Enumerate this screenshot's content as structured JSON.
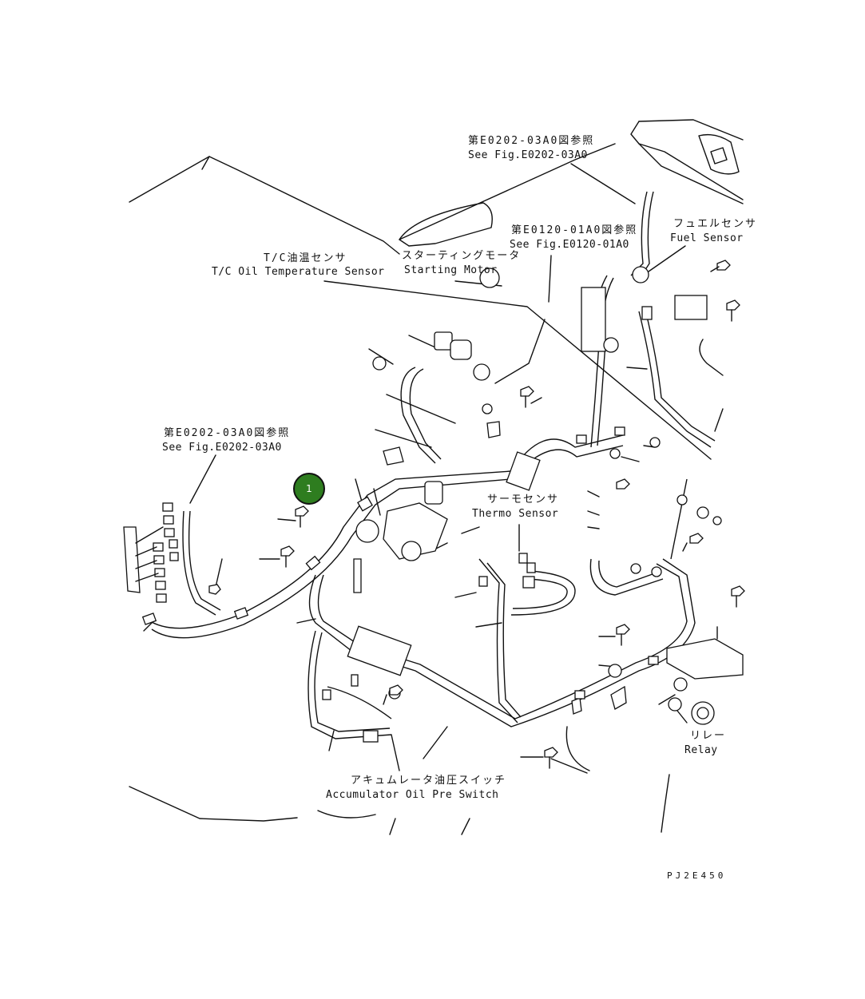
{
  "callout": {
    "number": "1"
  },
  "labels": {
    "ref_top_jp": "第E0202-03A0図参照",
    "ref_top_en": "See Fig.E0202-03A0",
    "ref_mid_jp": "第E0120-01A0図参照",
    "ref_mid_en": "See Fig.E0120-01A0",
    "ref_left_jp": "第E0202-03A0図参照",
    "ref_left_en": "See Fig.E0202-03A0",
    "fuel_jp": "フュエルセンサ",
    "fuel_en": "Fuel Sensor",
    "tc_jp": "T/C油温センサ",
    "tc_en": "T/C Oil Temperature Sensor",
    "start_jp": "スターティングモータ",
    "start_en": "Starting Motor",
    "thermo_jp": "サーモセンサ",
    "thermo_en": "Thermo Sensor",
    "relay_jp": "リレー",
    "relay_en": "Relay",
    "acc_jp": "アキュムレータ油圧スイッチ",
    "acc_en": "Accumulator Oil Pre Switch",
    "drawing_code": "PJ2E450"
  }
}
